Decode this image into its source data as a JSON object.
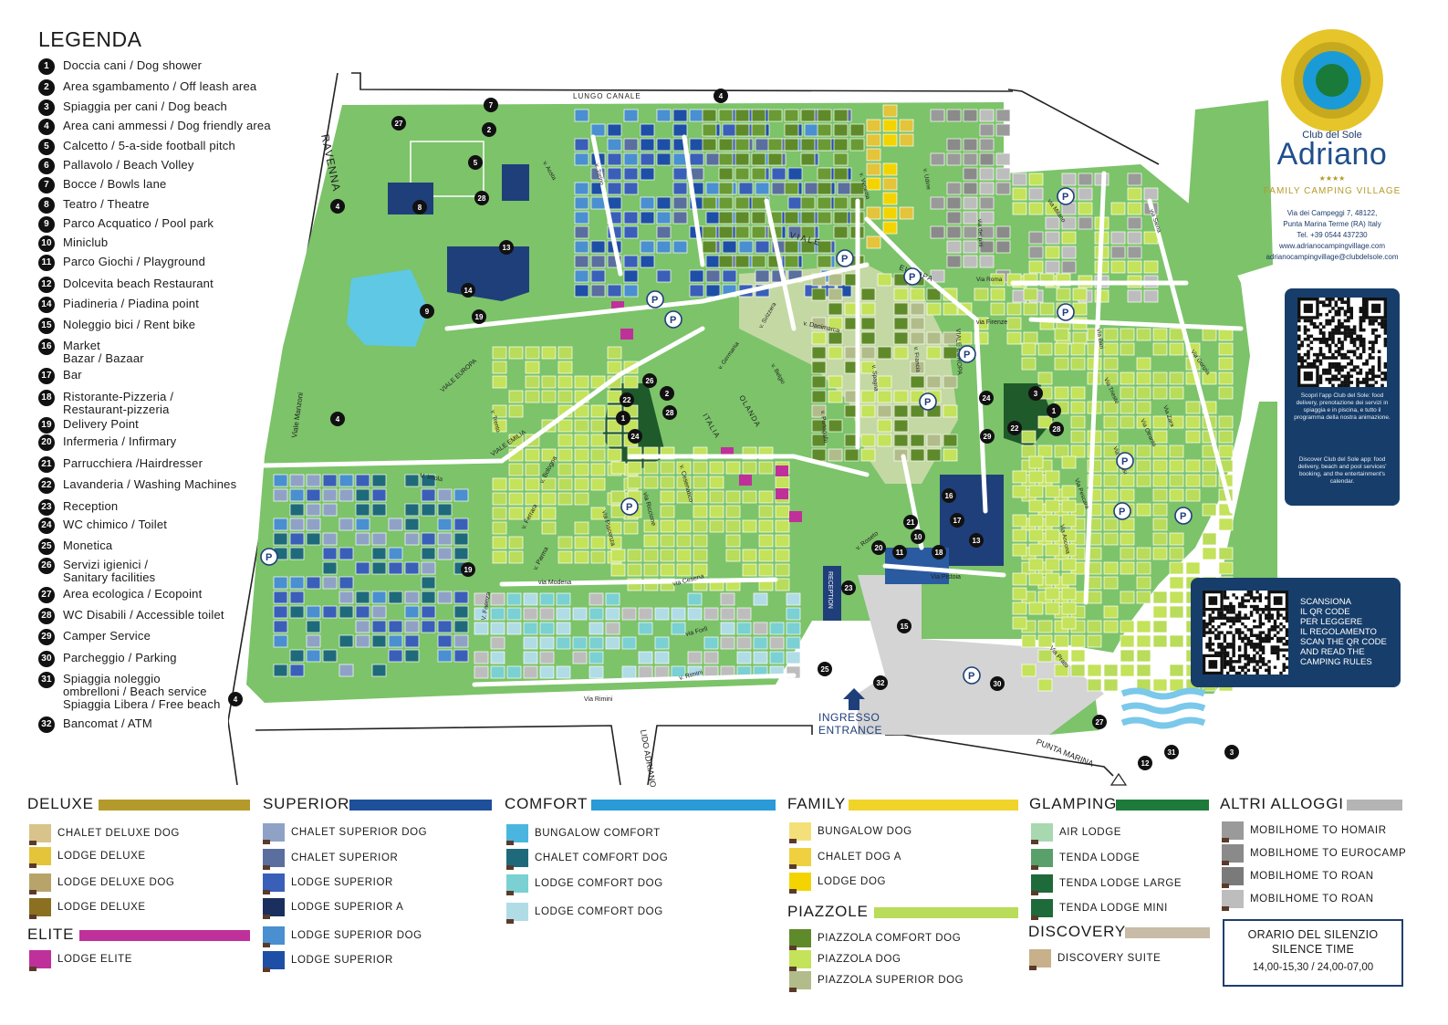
{
  "legend": {
    "title": "LEGENDA",
    "items": [
      {
        "num": "1",
        "lines": [
          "Doccia cani / Dog shower"
        ]
      },
      {
        "num": "2",
        "lines": [
          "Area sgambamento / Off leash area"
        ]
      },
      {
        "num": "3",
        "lines": [
          "Spiaggia per cani / Dog beach"
        ]
      },
      {
        "num": "4",
        "lines": [
          "Area cani ammessi / Dog friendly area"
        ]
      },
      {
        "num": "5",
        "lines": [
          "Calcetto / 5-a-side football pitch"
        ]
      },
      {
        "num": "6",
        "lines": [
          "Pallavolo / Beach Volley"
        ]
      },
      {
        "num": "7",
        "lines": [
          "Bocce / Bowls lane"
        ]
      },
      {
        "num": "8",
        "lines": [
          "Teatro / Theatre"
        ]
      },
      {
        "num": "9",
        "lines": [
          "Parco Acquatico / Pool park"
        ]
      },
      {
        "num": "10",
        "lines": [
          "Miniclub"
        ]
      },
      {
        "num": "11",
        "lines": [
          "Parco Giochi / Playground"
        ]
      },
      {
        "num": "12",
        "lines": [
          "Dolcevita beach Restaurant"
        ]
      },
      {
        "num": "14",
        "lines": [
          "Piadineria / Piadina point"
        ]
      },
      {
        "num": "15",
        "lines": [
          "Noleggio bici / Rent bike"
        ]
      },
      {
        "num": "16",
        "lines": [
          "Market",
          "Bazar / Bazaar"
        ]
      },
      {
        "num": "17",
        "lines": [
          "Bar"
        ]
      },
      {
        "num": "18",
        "lines": [
          "Ristorante-Pizzeria /",
          "Restaurant-pizzeria"
        ]
      },
      {
        "num": "19",
        "lines": [
          "Delivery Point"
        ]
      },
      {
        "num": "20",
        "lines": [
          "Infermeria / Infirmary"
        ]
      },
      {
        "num": "21",
        "lines": [
          "Parrucchiera /Hairdresser"
        ]
      },
      {
        "num": "22",
        "lines": [
          "Lavanderia / Washing Machines"
        ]
      },
      {
        "num": "23",
        "lines": [
          "Reception"
        ]
      },
      {
        "num": "24",
        "lines": [
          "WC chimico / Toilet"
        ]
      },
      {
        "num": "25",
        "lines": [
          "Monetica"
        ]
      },
      {
        "num": "26",
        "lines": [
          "Servizi igienici /",
          "Sanitary facilities"
        ]
      },
      {
        "num": "27",
        "lines": [
          "Area ecologica / Ecopoint"
        ]
      },
      {
        "num": "28",
        "lines": [
          "WC Disabili / Accessible toilet"
        ]
      },
      {
        "num": "29",
        "lines": [
          "Camper Service"
        ]
      },
      {
        "num": "30",
        "lines": [
          "Parcheggio  / Parking"
        ]
      },
      {
        "num": "31",
        "lines": [
          "Spiaggia noleggio",
          "ombrelloni / Beach service",
          "Spiaggia Libera / Free beach"
        ]
      },
      {
        "num": "32",
        "lines": [
          "Bancomat / ATM"
        ]
      }
    ]
  },
  "brand": {
    "club": "Club del Sole",
    "name": "Adriano",
    "stars": "★★★★",
    "tagline": "FAMILY CAMPING VILLAGE",
    "address": [
      "Via dei Campeggi 7, 48122,",
      "Punta Marina Terme (RA) Italy",
      "Tel. +39 0544 437230",
      "www.adrianocampingvillage.com",
      "adrianocampingvillage@clubdelsole.com"
    ],
    "colors": {
      "outer": "#e6c52a",
      "middle": "#c7a91e",
      "ring": "#1a9bd7",
      "inner": "#1a7a3a",
      "navy": "#173e6a"
    }
  },
  "qr_app": {
    "text_it": "Scopri l'app Club del Sole: food delivery, prenotazione dei servizi in spiaggia e in piscina, e tutto il programma della nostra animazione.",
    "text_en": "Discover Club del Sole app: food delivery, beach and pool services' booking, and the entertainment's calendar."
  },
  "qr_rules": {
    "lines": [
      "SCANSIONA",
      "IL QR CODE",
      "PER LEGGERE",
      "IL REGOLAMENTO",
      "SCAN THE QR CODE",
      "AND READ THE",
      "CAMPING RULES"
    ]
  },
  "map": {
    "roads": {
      "lungo_canale": "LUNGO CANALE",
      "ravenna": "RAVENNA",
      "lido_adriano": "LIDO ADRIANO",
      "punta_marina": "PUNTA MARINA",
      "viale": "VIALE",
      "europa": "EUROPA",
      "viale_europa_v": "VIALE EUROPA",
      "viale_europa_w": "VIALE EUROPA",
      "viale_manzoni": "Viale Manzoni",
      "v_imola": "V. Imola",
      "via_modena": "via Modena",
      "via_rimini": "Via Rimini",
      "v_rimini": "v. Rimini",
      "via_cesena": "via Cesena",
      "via_forli": "via Forlì",
      "via_pistoia": "Via Pistoia",
      "v_roseto": "v. Roseto",
      "via_roma": "Via Roma",
      "via_firenze": "via Firenze",
      "via_prato": "Via Prato",
      "v_danimarca": "v. Danimarca",
      "viale_emilia": "VIALE EMILIA",
      "italia": "ITALIA",
      "olanda": "OLANDA",
      "v_venezia": "v. Venezia",
      "v_udine": "v. Udine",
      "v_torino": "v. Torino",
      "v_aosta": "v. Aosta",
      "v_bologna": "v. Bologna",
      "v_ferrara": "v. Ferrara",
      "v_parma": "v. Parma",
      "v_faenza": "V. Faenza",
      "v_piacenza": "via Piacenza",
      "v_riccione": "via Riccione",
      "v_cesenatico": "v. Cesenatico",
      "v_portogallo": "v. Portogallo",
      "v_belgio": "v. Belgio",
      "v_germania": "v. Germania",
      "v_svizzera": "v. Svizzera",
      "v_spagna": "v. Spagna",
      "v_francia": "v. Francia",
      "via_dei_pini": "via dei pini",
      "via_milano": "via Milano",
      "via_siena": "via Siena",
      "via_bari": "Via Bari",
      "via_zara": "Via Zara",
      "via_gorizia": "Via Gorizia",
      "via_otranto": "Via Otranto",
      "via_brindisi": "Via Brindisi",
      "via_pescara": "Via Pescara",
      "via_ancona": "Via Ancona",
      "via_trieste": "Via Trieste",
      "v_trento": "v. Trento"
    },
    "reception": "RECEPTION",
    "entrance": [
      "INGRESSO",
      "ENTRANCE"
    ],
    "markers": [
      "27",
      "4",
      "8",
      "7",
      "2",
      "5",
      "28",
      "13",
      "14",
      "9",
      "19",
      "4",
      "4",
      "26",
      "22",
      "2",
      "1",
      "28",
      "24",
      "3",
      "24",
      "1",
      "22",
      "28",
      "29",
      "16",
      "17",
      "21",
      "10",
      "20",
      "11",
      "18",
      "13",
      "23",
      "15",
      "25",
      "32",
      "30",
      "27",
      "12",
      "31",
      "3",
      "19",
      "4"
    ]
  },
  "categories": [
    {
      "name": "DELUXE",
      "color": "#b49a2a",
      "items": [
        {
          "label": "CHALET DELUXE DOG",
          "color": "#d8c48a"
        },
        {
          "label": "LODGE DELUXE",
          "color": "#e3c43a"
        },
        {
          "label": "LODGE DELUXE DOG",
          "color": "#b8a46a"
        },
        {
          "label": "LODGE DELUXE",
          "color": "#8a7020"
        }
      ]
    },
    {
      "name": "ELITE",
      "color": "#c0309a",
      "items": [
        {
          "label": "LODGE ELITE",
          "color": "#c0309a"
        }
      ]
    },
    {
      "name": "SUPERIOR",
      "color": "#1e4f9a",
      "items": [
        {
          "label": "CHALET SUPERIOR DOG",
          "color": "#8fa2c6"
        },
        {
          "label": "CHALET SUPERIOR",
          "color": "#5a6f9e"
        },
        {
          "label": "LODGE SUPERIOR",
          "color": "#3a5fb8"
        },
        {
          "label": "LODGE SUPERIOR A",
          "color": "#1a2f5e"
        },
        {
          "label": "LODGE SUPERIOR DOG",
          "color": "#4a8fd0"
        },
        {
          "label": "LODGE SUPERIOR",
          "color": "#1e4fa6"
        }
      ]
    },
    {
      "name": "COMFORT",
      "color": "#2a9ad8",
      "items": [
        {
          "label": "BUNGALOW COMFORT",
          "color": "#4ab6e0"
        },
        {
          "label": "CHALET COMFORT DOG",
          "color": "#1f6a7a"
        },
        {
          "label": "LODGE COMFORT DOG",
          "color": "#7ad0d2"
        },
        {
          "label": "LODGE COMFORT DOG",
          "color": "#b0dce6"
        }
      ]
    },
    {
      "name": "FAMILY",
      "color": "#f0d42a",
      "items": [
        {
          "label": "BUNGALOW DOG",
          "color": "#f4e07a"
        },
        {
          "label": "CHALET DOG A",
          "color": "#f0d040"
        },
        {
          "label": "LODGE DOG",
          "color": "#f4d400"
        }
      ]
    },
    {
      "name": "PIAZZOLE",
      "color": "#b9dc5a",
      "items": [
        {
          "label": "PIAZZOLA COMFORT DOG",
          "color": "#5f8a2a"
        },
        {
          "label": "PIAZZOLA DOG",
          "color": "#c4e25a"
        },
        {
          "label": "PIAZZOLA SUPERIOR DOG",
          "color": "#b2bc8a"
        }
      ]
    },
    {
      "name": "GLAMPING",
      "color": "#1e7a3a",
      "items": [
        {
          "label": "AIR LODGE",
          "color": "#a8d8b0"
        },
        {
          "label": "TENDA LODGE",
          "color": "#5aa06a"
        },
        {
          "label": "TENDA LODGE LARGE",
          "color": "#1e6a3a"
        },
        {
          "label": "TENDA LODGE MINI",
          "color": "#1e6a3a"
        }
      ]
    },
    {
      "name": "DISCOVERY",
      "color": "#c8bca8",
      "items": [
        {
          "label": "DISCOVERY SUITE",
          "color": "#c8b08a"
        }
      ]
    },
    {
      "name": "ALTRI ALLOGGI",
      "color": "#b4b4b4",
      "items": [
        {
          "label": "MOBILHOME TO HOMAIR",
          "color": "#9a9a9a"
        },
        {
          "label": "MOBILHOME TO EUROCAMP",
          "color": "#8a8a8a"
        },
        {
          "label": "MOBILHOME TO ROAN",
          "color": "#7a7a7a"
        },
        {
          "label": "MOBILHOME TO ROAN",
          "color": "#bdbdbd"
        }
      ]
    }
  ],
  "silence": {
    "title": "ORARIO DEL SILENZIO",
    "subtitle": "SILENCE TIME",
    "hours": "14,00-15,30   /   24,00-07,00"
  }
}
